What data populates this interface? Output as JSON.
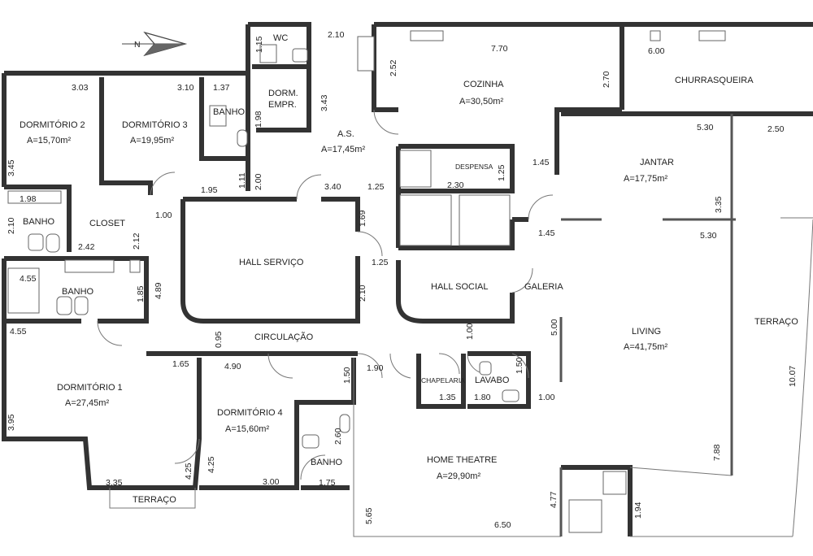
{
  "compass": {
    "label": "N",
    "icon": "north-arrow-icon"
  },
  "rooms": {
    "wc": "WC",
    "dorm_empr": [
      "DORM.",
      "EMPR."
    ],
    "banho_servico": "BANHO",
    "cozinha": {
      "name": "COZINHA",
      "area": "A=30,50m²"
    },
    "churrasqueira": "CHURRASQUEIRA",
    "dormitorio2": {
      "name": "DORMITÓRIO 2",
      "area": "A=15,70m²"
    },
    "dormitorio3": {
      "name": "DORMITÓRIO 3",
      "area": "A=19,95m²"
    },
    "as": {
      "name": "A.S.",
      "area": "A=17,45m²"
    },
    "despensa": "DESPENSA",
    "jantar": {
      "name": "JANTAR",
      "area": "A=17,75m²"
    },
    "banho_suite": "BANHO",
    "closet": "CLOSET",
    "hall_servico": "HALL SERVIÇO",
    "hall_social": "HALL SOCIAL",
    "galeria": "GALERIA",
    "banho_master": "BANHO",
    "living": {
      "name": "LIVING",
      "area": "A=41,75m²"
    },
    "terraco_grande": "TERRAÇO",
    "circulacao": "CIRCULAÇÃO",
    "dormitorio1": {
      "name": "DORMITÓRIO 1",
      "area": "A=27,45m²"
    },
    "chapelaria": "CHAPELARIA",
    "lavabo": "LAVABO",
    "dormitorio4": {
      "name": "DORMITÓRIO 4",
      "area": "A=15,60m²"
    },
    "banho_d4": "BANHO",
    "home_theatre": {
      "name": "HOME THEATRE",
      "area": "A=29,90m²"
    },
    "terraco_pequeno": "TERRAÇO"
  },
  "dimensions": {
    "d_1_15": "1.15",
    "d_2_10a": "2.10",
    "d_7_70": "7.70",
    "d_2_52": "2.52",
    "d_6_00": "6.00",
    "d_3_03": "3.03",
    "d_3_10": "3.10",
    "d_1_37": "1.37",
    "d_1_98a": "1.98",
    "d_3_43": "3.43",
    "d_2_70": "2.70",
    "d_5_30a": "5.30",
    "d_2_50": "2.50",
    "d_3_45": "3.45",
    "d_1_45a": "1.45",
    "d_1_25a": "1.25",
    "d_2_30": "2.30",
    "d_1_11": "1.11",
    "d_2_00": "2.00",
    "d_1_95": "1.95",
    "d_3_40": "3.40",
    "d_1_25b": "1.25",
    "d_1_98b": "1.98",
    "d_3_35a": "3.35",
    "d_1_00a": "1.00",
    "d_1_69": "1.69",
    "d_2_10b": "2.10",
    "d_2_42": "2.42",
    "d_2_12": "2.12",
    "d_1_45b": "1.45",
    "d_5_30b": "5.30",
    "d_1_25c": "1.25",
    "d_4_55a": "4.55",
    "d_4_89": "4.89",
    "d_1_85": "1.85",
    "d_2_10c": "2.10",
    "d_4_55b": "4.55",
    "d_0_95": "0.95",
    "d_1_00b": "1.00",
    "d_5_00": "5.00",
    "d_1_65": "1.65",
    "d_4_90": "4.90",
    "d_1_90": "1.90",
    "d_1_50a": "1.50",
    "d_1_50b": "1.50",
    "d_10_07": "10.07",
    "d_1_35": "1.35",
    "d_1_80": "1.80",
    "d_1_00c": "1.00",
    "d_3_95": "3.95",
    "d_2_60": "2.60",
    "d_4_25a": "4.25",
    "d_4_25b": "4.25",
    "d_7_88": "7.88",
    "d_3_35b": "3.35",
    "d_3_00": "3.00",
    "d_1_75": "1.75",
    "d_4_77": "4.77",
    "d_1_94": "1.94",
    "d_5_65": "5.65",
    "d_6_50": "6.50"
  }
}
